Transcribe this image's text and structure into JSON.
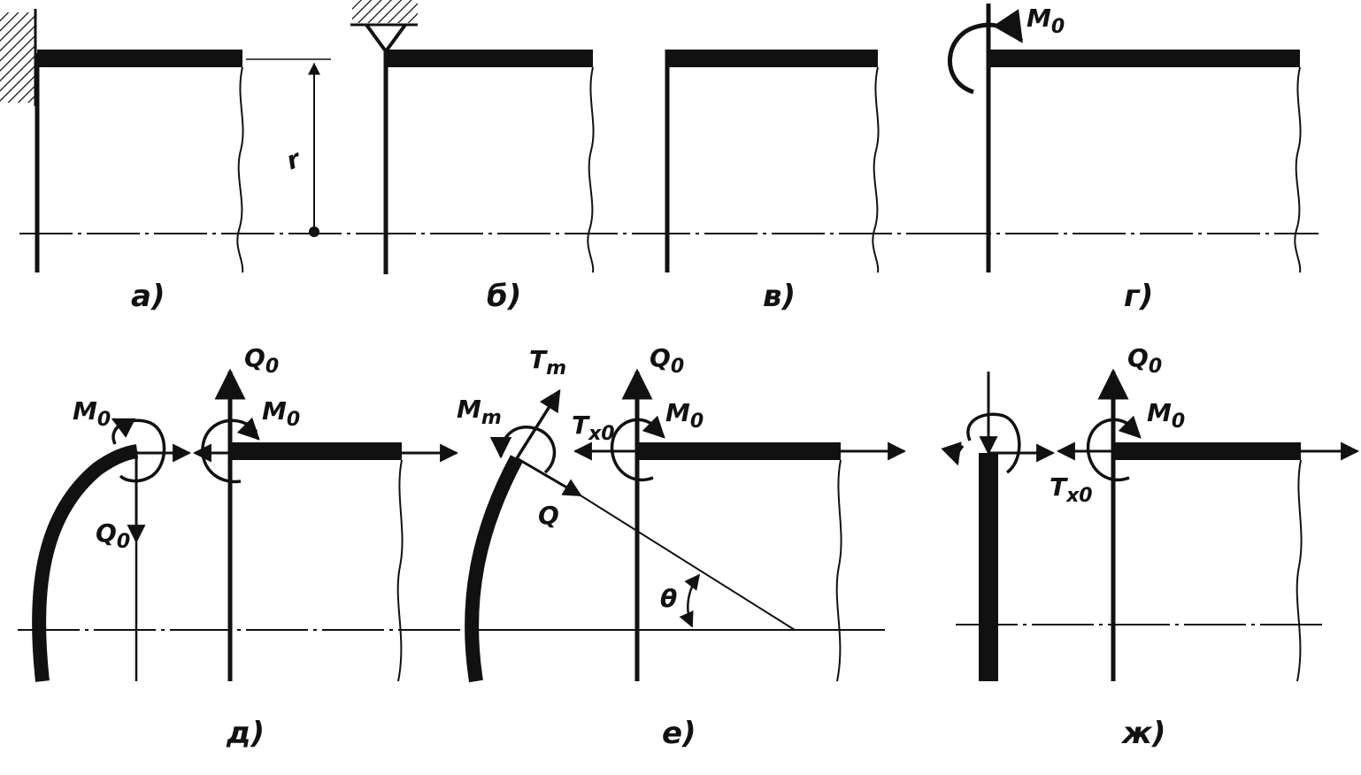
{
  "captions": {
    "a": "а)",
    "b": "б)",
    "v": "в)",
    "g": "г)",
    "d": "д)",
    "e": "е)",
    "zh": "ж)"
  },
  "labels": {
    "radius": "r",
    "moment_g": {
      "main": "M",
      "sub": "0"
    },
    "d_Q_top": {
      "main": "Q",
      "sub": "0"
    },
    "d_M_left": {
      "main": "M",
      "sub": "0"
    },
    "d_M_right": {
      "main": "M",
      "sub": "0"
    },
    "d_Q_bottom": {
      "main": "Q",
      "sub": "0"
    },
    "e_T_m": {
      "main": "T",
      "sub": "m"
    },
    "e_M_m": {
      "main": "M",
      "sub": "m"
    },
    "e_T_x0": {
      "main": "T",
      "sub": "x0"
    },
    "e_M_0": {
      "main": "M",
      "sub": "0"
    },
    "e_Q_0": {
      "main": "Q",
      "sub": "0"
    },
    "e_Q": "Q",
    "e_theta": "θ",
    "zh_Q_0": {
      "main": "Q",
      "sub": "0"
    },
    "zh_M_0": {
      "main": "M",
      "sub": "0"
    },
    "zh_T_x0": {
      "main": "T",
      "sub": "x0"
    }
  },
  "colors": {
    "ink": "#111111",
    "background": "#ffffff"
  }
}
